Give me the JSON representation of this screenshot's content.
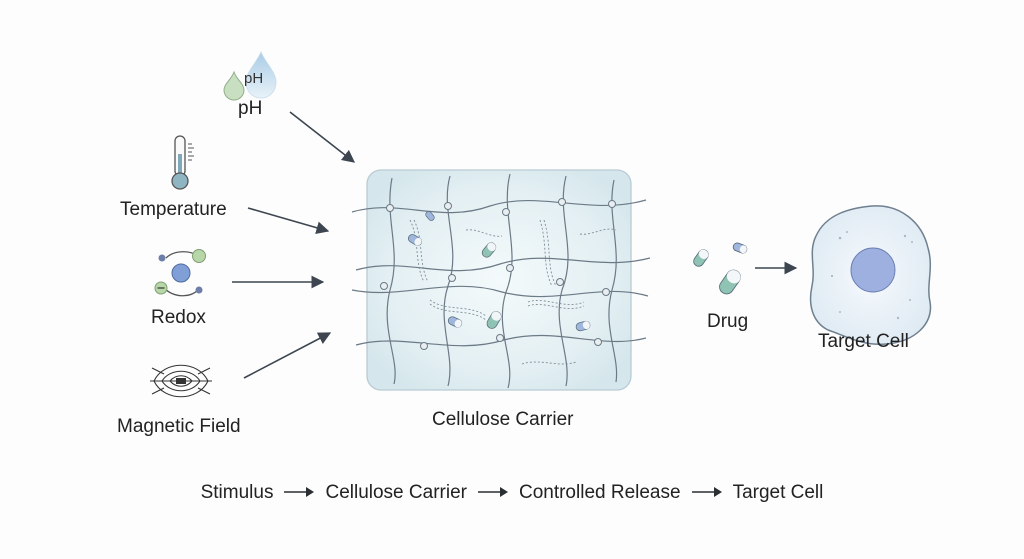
{
  "stimuli": {
    "ph": {
      "icon_text": "pH",
      "label": "pH"
    },
    "temperature": {
      "label": "Temperature"
    },
    "redox": {
      "label": "Redox"
    },
    "magnetic": {
      "label": "Magnetic Field"
    }
  },
  "carrier": {
    "label": "Cellulose Carrier"
  },
  "drug": {
    "label": "Drug"
  },
  "target": {
    "label": "Target Cell"
  },
  "flow": {
    "steps": [
      "Stimulus",
      "Cellulose Carrier",
      "Controlled Release",
      "Target Cell"
    ]
  },
  "colors": {
    "arrow": "#3d4650",
    "fiber": "#6b7a86",
    "carrier_fill": "#e7f1f4",
    "capsule_blue": "#9fb6dd",
    "capsule_teal": "#8fc4b4",
    "capsule_green": "#b7d7a8",
    "cell_fill": "#eef5fb",
    "nucleus": "#9db0e0"
  }
}
